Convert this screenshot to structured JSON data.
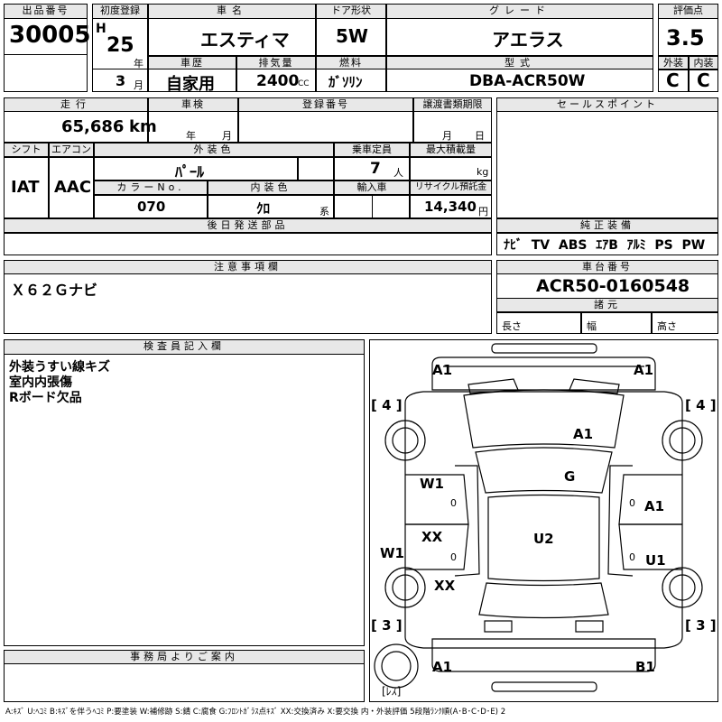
{
  "header": {
    "lot_label": "出品番号",
    "lot_number": "30005",
    "first_reg_label": "初度登録",
    "era": "H",
    "year": "25",
    "year_unit": "年",
    "month": "3",
    "month_unit": "月",
    "name_label": "車名",
    "car_name": "エスティマ",
    "history_label": "車歴",
    "history": "自家用",
    "door_label": "ドア形状",
    "door": "5W",
    "displacement_label": "排気量",
    "displacement": "2400",
    "displacement_unit": "CC",
    "fuel_label": "燃料",
    "fuel": "ｶﾞｿﾘﾝ",
    "grade_label": "グレード",
    "grade": "アエラス",
    "model_label": "型式",
    "model": "DBA-ACR50W",
    "score_label": "評価点",
    "score": "3.5",
    "exterior_label": "外装",
    "exterior": "C",
    "interior_label": "内装",
    "interior": "C"
  },
  "row2": {
    "mileage_label": "走行",
    "mileage": "65,686",
    "mileage_unit": "km",
    "inspection_label": "車検",
    "insp_year_unit": "年",
    "insp_month_unit": "月",
    "plate_label": "登録番号",
    "transfer_label": "譲渡書類期限",
    "transfer_month_unit": "月",
    "transfer_day_unit": "日",
    "shift_label": "シフト",
    "shift": "IAT",
    "ac_label": "エアコン",
    "ac": "AAC",
    "color_label": "外装色",
    "color": "ﾊﾟｰﾙ",
    "capacity_label": "乗車定員",
    "capacity": "7",
    "capacity_unit": "人",
    "load_label": "最大積載量",
    "load_unit": "kg",
    "color_no_label": "カラーNo.",
    "color_no": "070",
    "int_color_label": "内装色",
    "int_color": "ｸﾛ",
    "int_color_unit": "系",
    "import_label": "輸入車",
    "recycle_label": "リサイクル預託金",
    "recycle": "14,340",
    "recycle_unit": "円",
    "later_label": "後日発送部品"
  },
  "sales": {
    "sales_label": "セールスポイント",
    "equip_label": "純正装備",
    "equip": [
      "ﾅﾋﾞ",
      "TV",
      "ABS",
      "ｴｱB",
      "ｱﾙﾐ",
      "PS",
      "PW"
    ]
  },
  "notes": {
    "label": "注意事項欄",
    "text": "Ｘ６２Ｇナビ"
  },
  "chassis": {
    "label": "車台番号",
    "number": "ACR50-0160548",
    "spec_label": "諸元",
    "length_label": "長さ",
    "width_label": "幅",
    "height_label": "高さ"
  },
  "inspector": {
    "label": "検査員記入欄",
    "lines": [
      "外装うすい線キズ",
      "室内内張傷",
      "Rボード欠品"
    ]
  },
  "office": {
    "label": "事務局よりご案内"
  },
  "diagram": {
    "marks": {
      "front_left": "A1",
      "front_right": "A1",
      "bracket_tl": "[ 4 ]",
      "bracket_tr": "[ 4 ]",
      "bracket_bl": "[ 3 ]",
      "bracket_br": "[ 3 ]",
      "hood": "A1",
      "glass": "G",
      "w_left_front": "W1",
      "xx_left_door": "XX",
      "w_left_side": "W1",
      "xx_left_rear": "XX",
      "right_front_door": "A1",
      "right_rear_door": "U1",
      "roof": "U2",
      "rear_left": "A1",
      "rear_right": "B1",
      "door_zero_1": "0",
      "door_zero_2": "0",
      "door_zero_3": "0",
      "door_zero_4": "0",
      "spare": "[ﾚｽ]"
    }
  },
  "legend": "A:ｷｽﾞ U:ﾍｺﾐ B:ｷｽﾞを伴うﾍｺﾐ P:要塗装 W:補修跡 S:錆 C:腐食 G:ﾌﾛﾝﾄｶﾞﾗｽ点ｷｽﾞ XX:交換済み X:要交換 内・外装評価 5段階ﾗﾝｸ順(A･B･C･D･E) 2"
}
